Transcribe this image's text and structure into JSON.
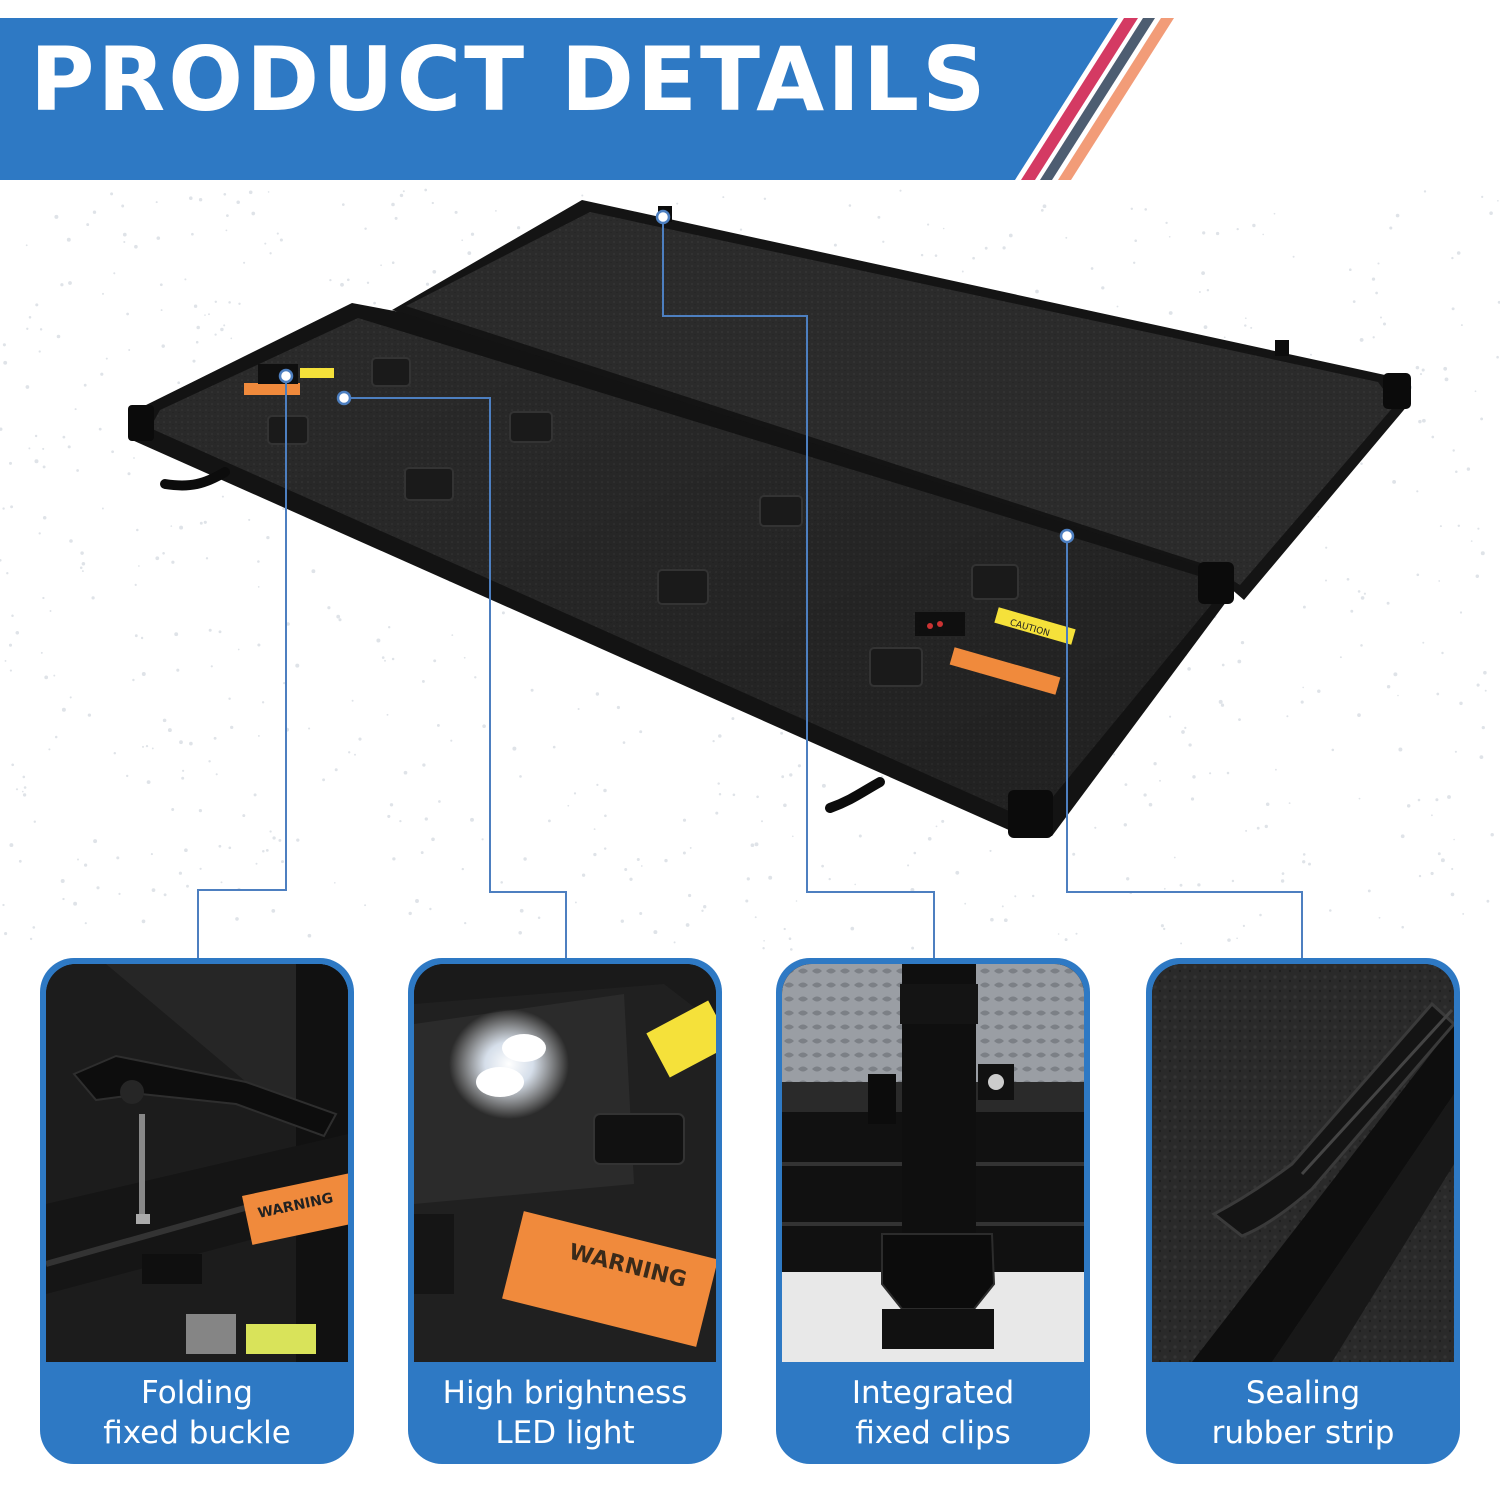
{
  "header": {
    "title": "PRODUCT DETAILS",
    "band_color": "#2e79c4",
    "stripe_colors": [
      "#d43a63",
      "#4d5d71",
      "#f29c78"
    ]
  },
  "features": [
    {
      "caption_line1": "Folding",
      "caption_line2": "fixed buckle",
      "icon": "folding-buckle-photo"
    },
    {
      "caption_line1": "High brightness",
      "caption_line2": "LED light",
      "icon": "led-light-photo"
    },
    {
      "caption_line1": "Integrated",
      "caption_line2": "fixed clips",
      "icon": "fixed-clip-photo"
    },
    {
      "caption_line1": "Sealing",
      "caption_line2": "rubber strip",
      "icon": "rubber-strip-photo"
    }
  ],
  "photo_text": {
    "card1_warning": "WARNING",
    "card2_warning": "WARNING",
    "product_caution": "CAUTION"
  },
  "colors": {
    "accent": "#2e79c4",
    "callout_line": "#4d7fc0",
    "panel": "#2a2a2a",
    "frame": "#111111",
    "warning_orange": "#f08a3c",
    "caution_yellow": "#f5e13a"
  }
}
